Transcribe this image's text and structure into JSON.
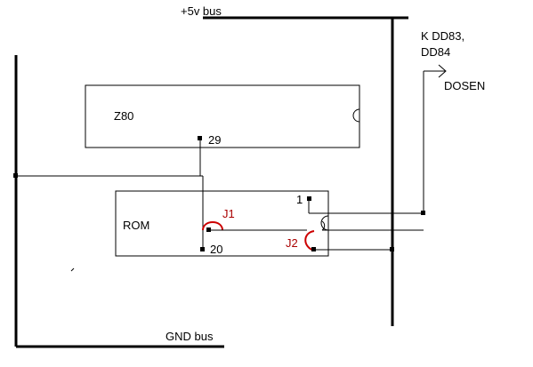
{
  "diagram": {
    "labels": {
      "vcc_bus": "+5v bus",
      "gnd_bus": "GND bus",
      "target_line1": "K DD83,",
      "target_line2": "DD84",
      "dosen": "DOSEN",
      "z80": "Z80",
      "z80_pin": "29",
      "rom": "ROM",
      "rom_pin1": "1",
      "rom_pin20": "20",
      "jumper1": "J1",
      "jumper2": "J2"
    },
    "colors": {
      "wire": "#000000",
      "jumper": "#cc0000",
      "jumper_label": "#aa0000",
      "background": "#ffffff"
    }
  }
}
